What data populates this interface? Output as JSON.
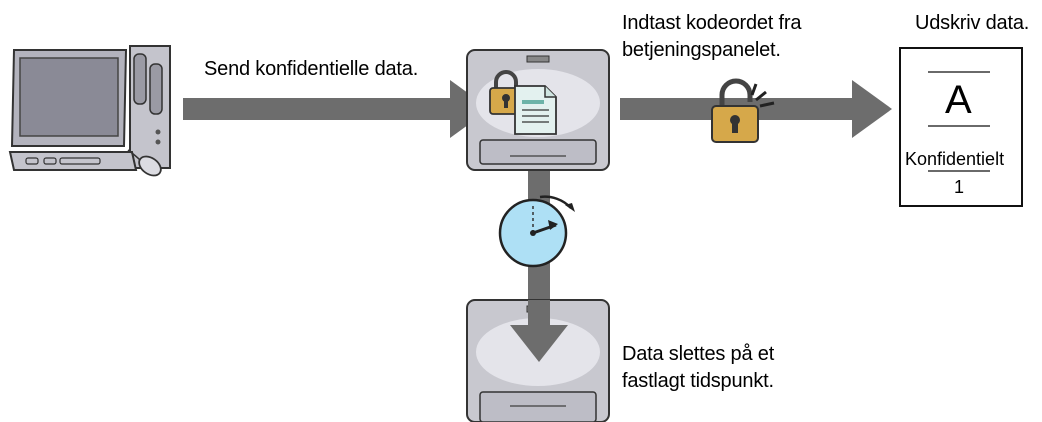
{
  "labels": {
    "send": "Send konfidentielle data.",
    "enter_password_line1": "Indtast kodeordet fra",
    "enter_password_line2": "betjeningspanelet.",
    "print": "Udskriv data.",
    "deleted_line1": "Data slettes på et",
    "deleted_line2": "fastlagt tidspunkt."
  },
  "printout": {
    "letter": "A",
    "caption": "Konfidentielt",
    "page_number": "1"
  },
  "colors": {
    "arrow": "#6d6d6d",
    "printer_body": "#c8c8cf",
    "clock_face": "#aee0f5",
    "lock": "#d6a84a"
  },
  "icons": [
    "computer-icon",
    "printer-icon",
    "lock-closed-icon",
    "document-icon",
    "lock-open-icon",
    "clock-icon",
    "printout-icon"
  ]
}
